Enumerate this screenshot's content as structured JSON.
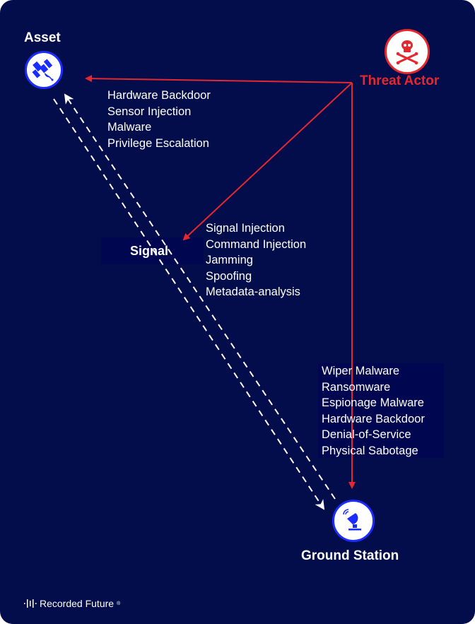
{
  "nodes": {
    "asset": {
      "label": "Asset",
      "icon": "satellite-icon"
    },
    "threat_actor": {
      "label": "Threat Actor",
      "icon": "skull-crossbones-icon"
    },
    "signal": {
      "label": "Signal"
    },
    "ground_station": {
      "label": "Ground Station",
      "icon": "satellite-dish-icon"
    }
  },
  "attacks": {
    "asset": [
      "Hardware Backdoor",
      "Sensor Injection",
      "Malware",
      "Privilege Escalation"
    ],
    "signal": [
      "Signal Injection",
      "Command Injection",
      "Jamming",
      "Spoofing",
      "Metadata-analysis"
    ],
    "ground_station": [
      "Wiper Malware",
      "Ransomware",
      "Espionage Malware",
      "Hardware Backdoor",
      "Denial-of-Service",
      "Physical Sabotage"
    ]
  },
  "branding": {
    "logo_text": "Recorded Future",
    "trademark": "®"
  },
  "colors": {
    "background": "#030d4b",
    "threat": "#e5282e",
    "node_border": "#1a2cff",
    "text": "#ffffff"
  }
}
